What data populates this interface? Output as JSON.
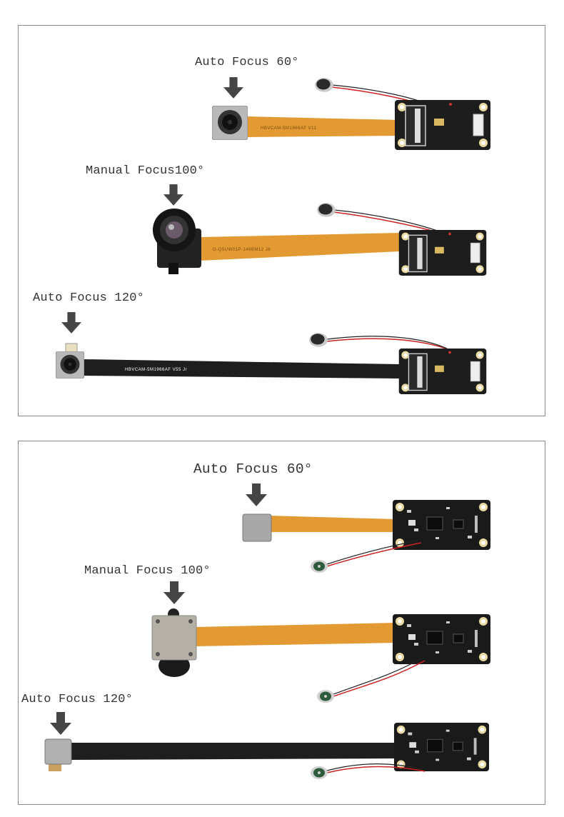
{
  "panel_top": {
    "labels": [
      "Auto Focus 60°",
      "Manual Focus100°",
      "Auto Focus 120°"
    ],
    "cable_texts": [
      "HBVCAM-5M1966AF V11",
      "G-Q5UW01P-146BM12 J8",
      "HBVCAM-5M1966AF V55 Jr"
    ]
  },
  "panel_bottom": {
    "labels": [
      "Auto Focus 60°",
      "Manual Focus 100°",
      "Auto Focus 120°"
    ]
  },
  "colors": {
    "flex_orange": "#e39a32",
    "flex_black": "#1e1e1e",
    "board": "#1b1b1b",
    "arrow": "#454545",
    "border": "#888888"
  }
}
